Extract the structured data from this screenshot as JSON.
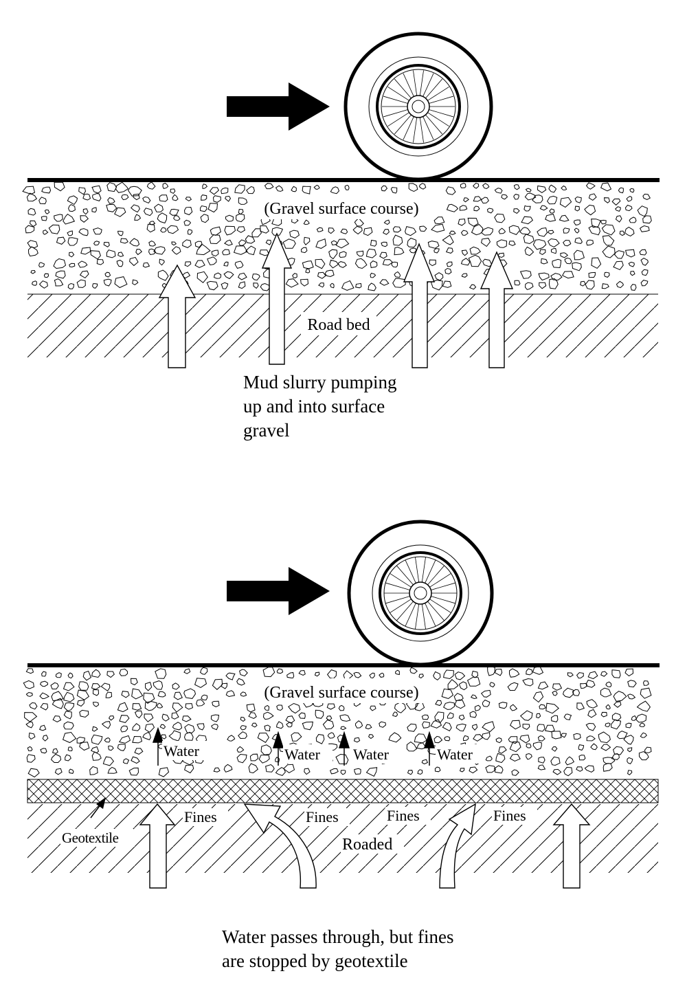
{
  "panels": [
    {
      "surface_label": "(Gravel surface course)",
      "bed_label": "Road bed",
      "caption_lines": [
        "Mud slurry pumping",
        "up and into surface",
        "gravel"
      ]
    },
    {
      "surface_label": "(Gravel surface course)",
      "bed_label": "Roaded",
      "water_labels": [
        "Water",
        "Water",
        "Water",
        "Water"
      ],
      "fines_labels": [
        "Fines",
        "Fines",
        "Fines",
        "Fines"
      ],
      "geotextile_label": "Geotextile",
      "caption_lines": [
        "Water passes through, but fines",
        "are stopped by geotextile"
      ]
    }
  ],
  "colors": {
    "ink": "#000000",
    "paper": "#ffffff"
  }
}
